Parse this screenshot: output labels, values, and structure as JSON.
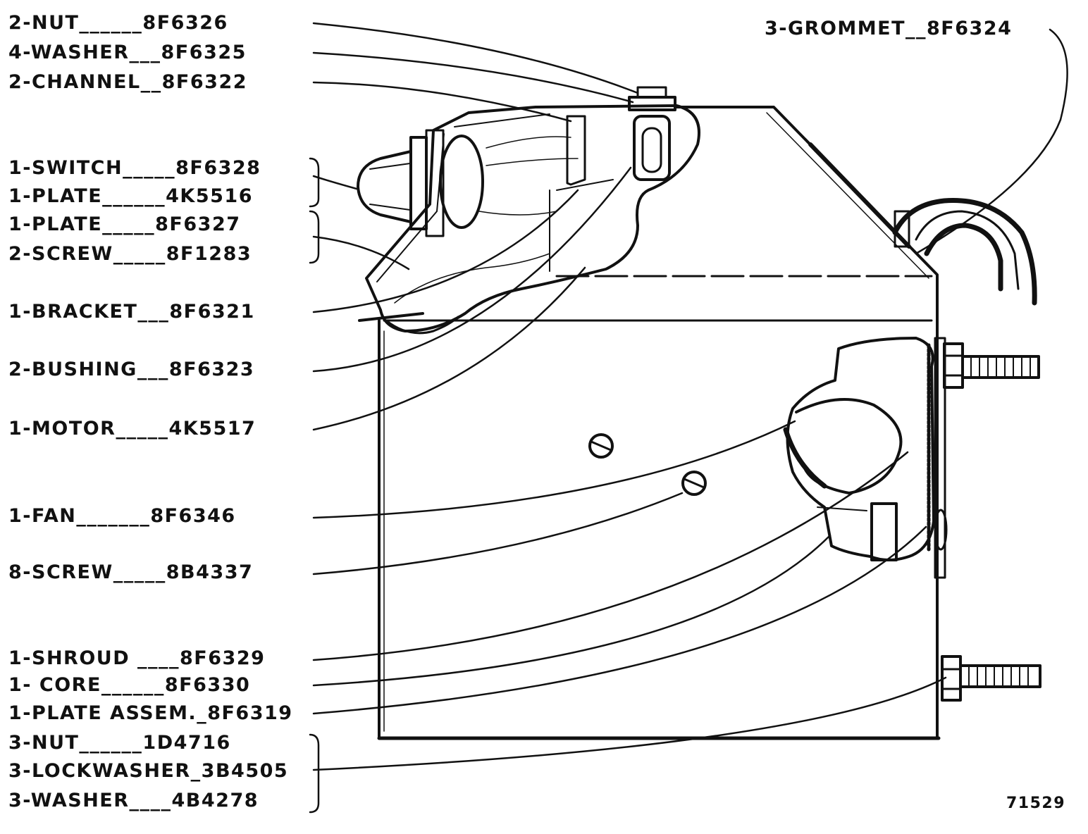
{
  "figure_number": "71529",
  "callouts": [
    {
      "id": "nut-top",
      "text": "2-NUT______8F6326"
    },
    {
      "id": "washer-top",
      "text": "4-WASHER___8F6325"
    },
    {
      "id": "channel",
      "text": "2-CHANNEL__8F6322"
    },
    {
      "id": "switch",
      "text": "1-SWITCH_____8F6328"
    },
    {
      "id": "plate-4k",
      "text": "1-PLATE______4K5516"
    },
    {
      "id": "plate-8f",
      "text": "1-PLATE_____8F6327"
    },
    {
      "id": "screw-8f",
      "text": "2-SCREW_____8F1283"
    },
    {
      "id": "bracket",
      "text": "1-BRACKET___8F6321"
    },
    {
      "id": "bushing",
      "text": "2-BUSHING___8F6323"
    },
    {
      "id": "motor",
      "text": "1-MOTOR_____4K5517"
    },
    {
      "id": "fan",
      "text": "1-FAN_______8F6346"
    },
    {
      "id": "screw-8b",
      "text": "8-SCREW_____8B4337"
    },
    {
      "id": "shroud",
      "text": "1-SHROUD ____8F6329"
    },
    {
      "id": "core",
      "text": "1- CORE______8F6330"
    },
    {
      "id": "plate-assem",
      "text": "1-PLATE ASSEM._8F6319"
    },
    {
      "id": "nut-bottom",
      "text": "3-NUT______1D4716"
    },
    {
      "id": "lockwasher",
      "text": "3-LOCKWASHER_3B4505"
    },
    {
      "id": "washer-bottom",
      "text": "3-WASHER____4B4278"
    },
    {
      "id": "grommet",
      "text": "3-GROMMET__8F6324"
    }
  ]
}
